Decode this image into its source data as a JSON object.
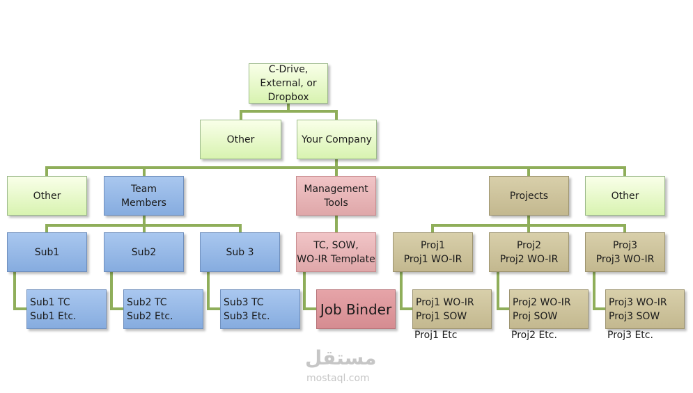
{
  "root": {
    "line1": "C-Drive,",
    "line2": "External, or",
    "line3": "Dropbox"
  },
  "level2": {
    "other": "Other",
    "company": "Your Company"
  },
  "level3": {
    "other_left": "Other",
    "team_line1": "Team",
    "team_line2": "Members",
    "mgmt_line1": "Management",
    "mgmt_line2": "Tools",
    "projects": "Projects",
    "other_right": "Other"
  },
  "subs": [
    {
      "name": "Sub1",
      "item1": "Sub1 TC",
      "item2": "Sub1 Etc."
    },
    {
      "name": "Sub2",
      "item1": "Sub2 TC",
      "item2": "Sub2 Etc."
    },
    {
      "name": "Sub 3",
      "item1": "Sub3 TC",
      "item2": "Sub3 Etc."
    }
  ],
  "mgmt": {
    "templates_line1": "TC, SOW,",
    "templates_line2": "WO-IR Template",
    "job_binder": "Job Binder"
  },
  "projects": [
    {
      "name": "Proj1",
      "wo": "Proj1 WO-IR",
      "item1": "Proj1 WO-IR",
      "item2": "Proj1 SOW",
      "extra": "Proj1 Etc"
    },
    {
      "name": "Proj2",
      "wo": "Proj2 WO-IR",
      "item1": "Proj2 WO-IR",
      "item2": "Proj SOW",
      "extra": "Proj2 Etc."
    },
    {
      "name": "Proj3",
      "wo": "Proj3 WO-IR",
      "item1": "Proj3 WO-IR",
      "item2": "Proj3 SOW",
      "extra": "Proj3 Etc."
    }
  ],
  "watermark": {
    "arabic": "مستقل",
    "url": "mostaql.com"
  },
  "colors": {
    "connector": "#8fae5a",
    "green": "#d8f3b0",
    "blue": "#86acdf",
    "pink": "#dfa7a9",
    "tan": "#c3b88f"
  }
}
